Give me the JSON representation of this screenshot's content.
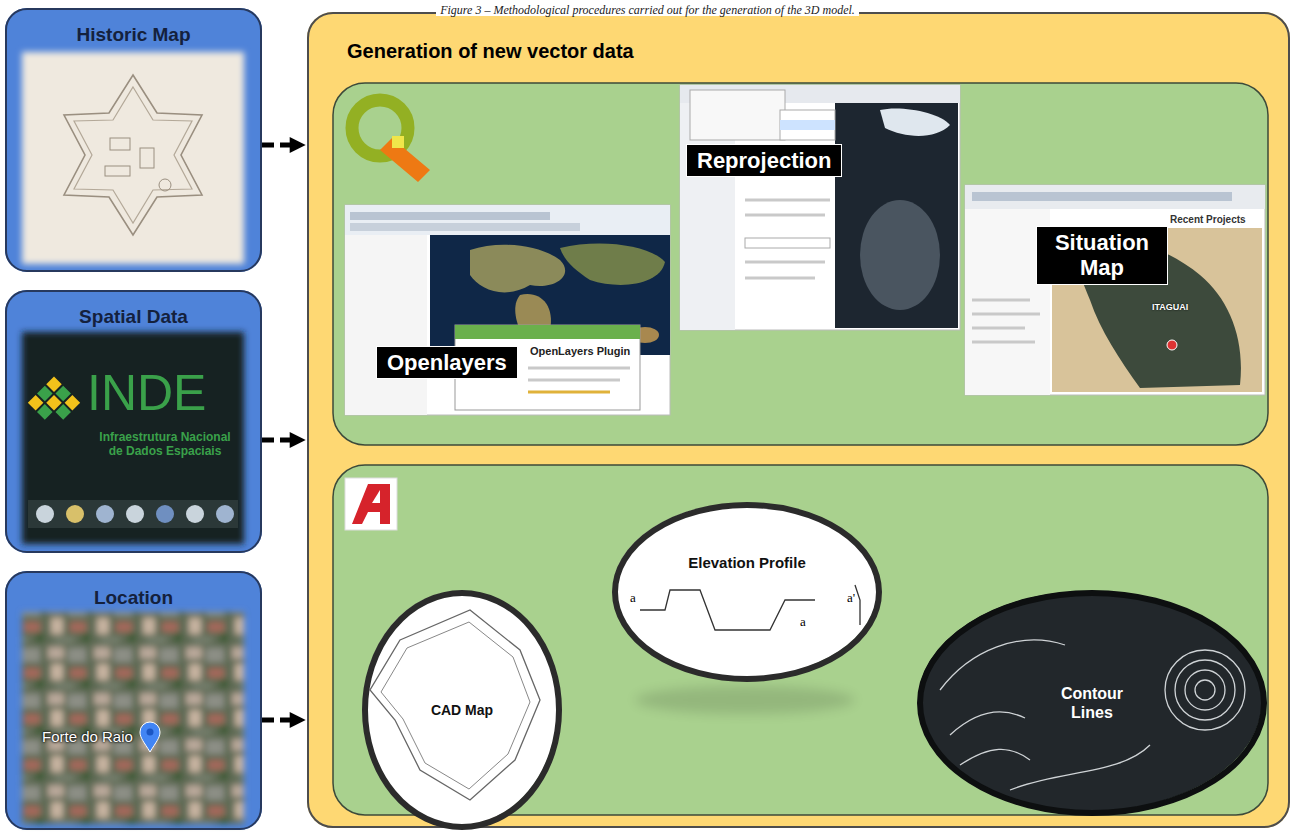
{
  "diagram": {
    "title": "Figure 3 – Methodological procedures carried out for the generation of the 3D model.",
    "nodes": [
      {
        "text": [
          "Historic Map"
        ]
      },
      {
        "text": [
          "Spatial Data"
        ]
      },
      {
        "text": [
          "Location"
        ]
      },
      {
        "text": [
          "Generation of new vector data"
        ]
      },
      {
        "text": [
          "Openlayers"
        ],
        "in": 3
      },
      {
        "text": [
          "Reprojection"
        ],
        "in": 3
      },
      {
        "text": [
          "Situation Map"
        ],
        "in": 3
      },
      {
        "text": [
          "CAD Map"
        ],
        "in": 3
      },
      {
        "text": [
          "Elevation Profile"
        ],
        "in": 3
      },
      {
        "text": [
          "Contour Lines"
        ],
        "in": 3
      }
    ],
    "edges": [
      {
        "from": 0,
        "to": 3,
        "arrow": "to"
      },
      {
        "from": 1,
        "to": 3,
        "arrow": "to"
      },
      {
        "from": 2,
        "to": 3,
        "arrow": "to"
      }
    ],
    "labels": [
      "INDE",
      "Infraestrutura Nacional de Dados Espaciais",
      "Forte do Raio",
      "OpenLayers Plugin",
      "Recent Projects",
      "ITAGUAI",
      "a",
      "a",
      "a'"
    ]
  }
}
